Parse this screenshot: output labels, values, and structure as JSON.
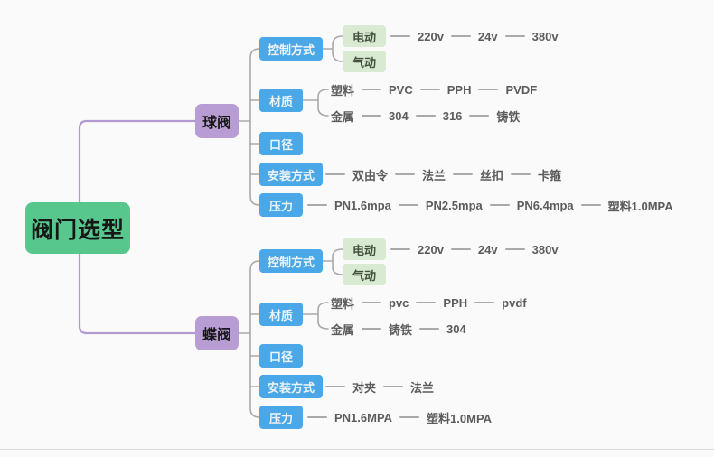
{
  "root": {
    "label": "阀门选型"
  },
  "colors": {
    "root_green": "#57c78e",
    "branch_purple": "#b89cd4",
    "topic_blue": "#4aa8e8",
    "subtopic_green": "#d8ebd2",
    "line_gray": "#a9a9a9",
    "line_purple": "#b29ad0",
    "background": "#fafafa"
  },
  "branches": [
    {
      "label": "球阀",
      "topics": [
        {
          "label": "控制方式",
          "children": [
            {
              "label": "电动",
              "chain": [
                "220v",
                "24v",
                "380v"
              ]
            },
            {
              "label": "气动",
              "chain": []
            }
          ]
        },
        {
          "label": "材质",
          "children": [
            {
              "label": "塑料",
              "chain": [
                "PVC",
                "PPH",
                "PVDF"
              ]
            },
            {
              "label": "金属",
              "chain": [
                "304",
                "316",
                "铸铁"
              ]
            }
          ]
        },
        {
          "label": "口径",
          "chain": []
        },
        {
          "label": "安装方式",
          "chain": [
            "双由令",
            "法兰",
            "丝扣",
            "卡箍"
          ]
        },
        {
          "label": "压力",
          "chain": [
            "PN1.6mpa",
            "PN2.5mpa",
            "PN6.4mpa",
            "塑料1.0MPA"
          ]
        }
      ]
    },
    {
      "label": "蝶阀",
      "topics": [
        {
          "label": "控制方式",
          "children": [
            {
              "label": "电动",
              "chain": [
                "220v",
                "24v",
                "380v"
              ]
            },
            {
              "label": "气动",
              "chain": []
            }
          ]
        },
        {
          "label": "材质",
          "children": [
            {
              "label": "塑料",
              "chain": [
                "pvc",
                "PPH",
                "pvdf"
              ]
            },
            {
              "label": "金属",
              "chain": [
                "铸铁",
                "304"
              ]
            }
          ]
        },
        {
          "label": "口径",
          "chain": []
        },
        {
          "label": "安装方式",
          "chain": [
            "对夹",
            "法兰"
          ]
        },
        {
          "label": "压力",
          "chain": [
            "PN1.6MPA",
            "塑料1.0MPA"
          ]
        }
      ]
    }
  ]
}
